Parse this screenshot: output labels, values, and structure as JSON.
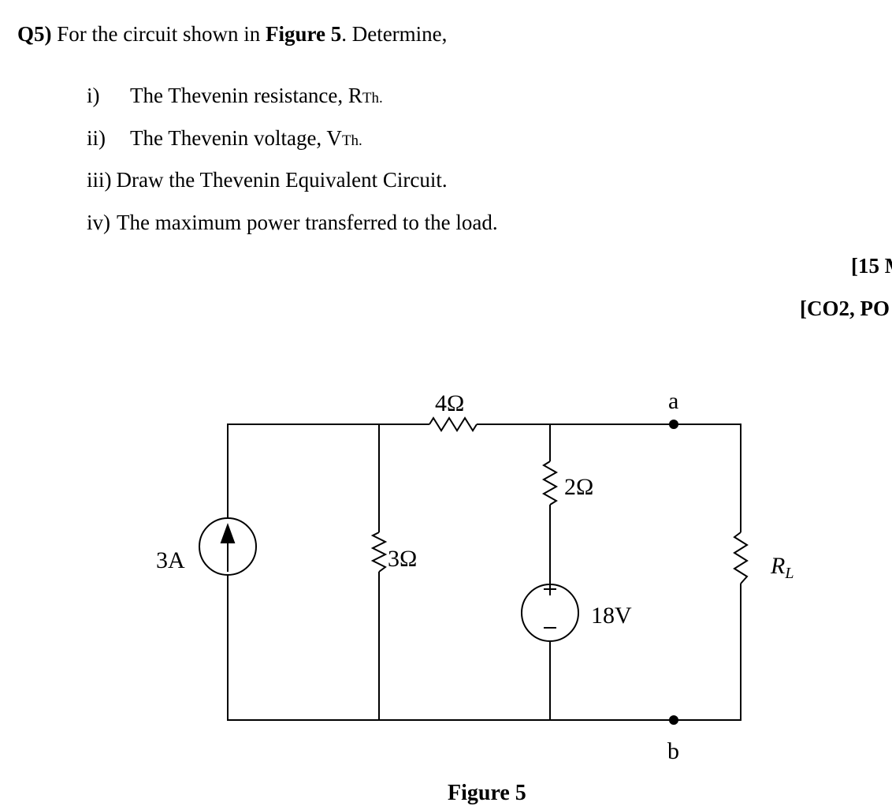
{
  "question": {
    "number": "Q5)",
    "intro_pre": "For the circuit shown in",
    "figure_ref": "Figure 5",
    "intro_post": ". Determine,",
    "items": [
      {
        "num": "i)",
        "text": "The Thevenin resistance, R",
        "sub": "Th."
      },
      {
        "num": "ii)",
        "text": "The Thevenin voltage, V",
        "sub": "Th."
      },
      {
        "num": "iii)",
        "text": "Draw the Thevenin Equivalent Circuit.",
        "sub": ""
      },
      {
        "num": "iv)",
        "text": "The maximum power transferred to the load.",
        "sub": ""
      }
    ],
    "marks": "[15 M",
    "outcomes": "[CO2, PO"
  },
  "circuit": {
    "current_source": "3A",
    "r_shunt": "3Ω",
    "r_series": "4Ω",
    "r_branch": "2Ω",
    "voltage_source": "18V",
    "plus": "+",
    "minus": "−",
    "node_a": "a",
    "node_b": "b",
    "load": "R",
    "load_sub": "L"
  },
  "caption": "Figure 5"
}
